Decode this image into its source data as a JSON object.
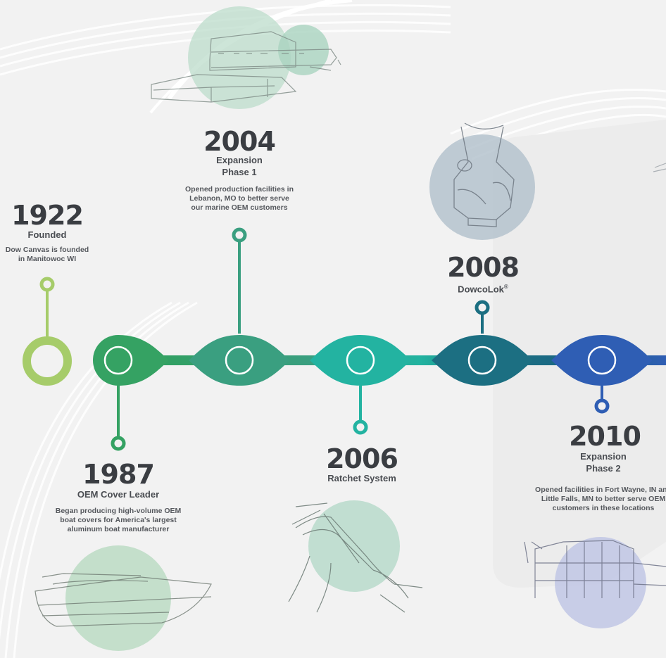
{
  "colors": {
    "background": "#f2f2f2",
    "text_dark": "#3a3d42",
    "m1922": "#a6cc6a",
    "m1987": "#35a263",
    "m2004": "#3a9f80",
    "m2006": "#23b3a1",
    "m2008": "#1c6f82",
    "m2010": "#2f5eb4"
  },
  "milestones": [
    {
      "id": "1922",
      "year": "1922",
      "title": "Founded",
      "desc": [
        "Dow Canvas is founded",
        "in Manitowoc WI"
      ],
      "illustration": "none"
    },
    {
      "id": "1987",
      "year": "1987",
      "title": "OEM Cover Leader",
      "desc": [
        "Began producing high-volume OEM",
        "boat covers for America's largest",
        "aluminum boat manufacturer"
      ],
      "illustration": "boat-sketch"
    },
    {
      "id": "2004",
      "year": "2004",
      "title": [
        "Expansion",
        "Phase 1"
      ],
      "desc": [
        "Opened production facilities in",
        "Lebanon, MO to better serve",
        "our marine OEM customers"
      ],
      "illustration": "building-sketch"
    },
    {
      "id": "2006",
      "year": "2006",
      "title": "Ratchet System",
      "desc": [],
      "illustration": "hand-tool-sketch"
    },
    {
      "id": "2008",
      "year": "2008",
      "title": "DowcoLok",
      "title_mark": "®",
      "desc": [],
      "illustration": "fastener-sketch"
    },
    {
      "id": "2010",
      "year": "2010",
      "title": [
        "Expansion",
        "Phase 2"
      ],
      "desc": [
        "Opened facilities in Fort Wayne, IN and",
        "Little Falls, MN to better serve OEM",
        "customers in these locations"
      ],
      "illustration": "facility-sketch"
    }
  ]
}
